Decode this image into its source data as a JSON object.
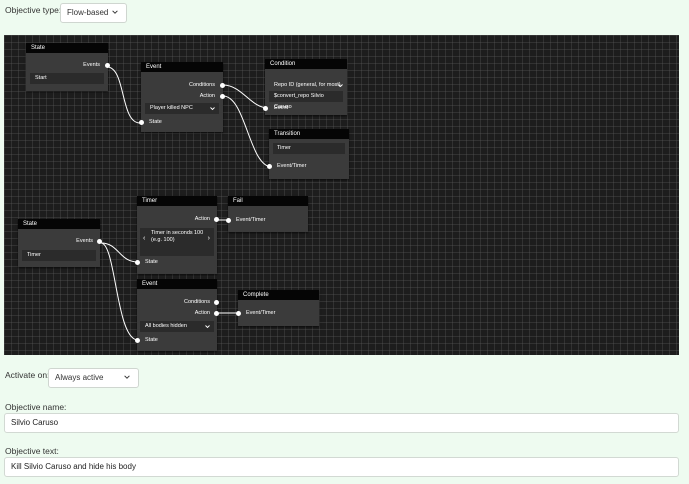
{
  "objective_type": {
    "label": "Objective type:",
    "value": "Flow-based"
  },
  "activate_on": {
    "label": "Activate on:",
    "value": "Always active"
  },
  "objective_name": {
    "label": "Objective name:",
    "value": "Silvio Caruso"
  },
  "objective_text": {
    "label": "Objective text:",
    "value": "Kill Silvio Caruso and hide his body"
  },
  "nodes": {
    "state1": {
      "title": "State",
      "events": "Events",
      "name": "Start"
    },
    "event1": {
      "title": "Event",
      "conditions": "Conditions",
      "action": "Action",
      "select": "Player killed NPC",
      "state": "State"
    },
    "condition": {
      "title": "Condition",
      "select": "Repo ID (general, for most)",
      "value": "$convert_repo Silvio Caruso",
      "event": "Event"
    },
    "transition": {
      "title": "Transition",
      "field": "Timer",
      "port": "Event/Timer"
    },
    "state2": {
      "title": "State",
      "events": "Events",
      "name": "Timer"
    },
    "timer": {
      "title": "Timer",
      "action": "Action",
      "label": "Timer in seconds (e.g. 100)",
      "value": "100",
      "state": "State"
    },
    "fail": {
      "title": "Fail",
      "port": "Event/Timer"
    },
    "event2": {
      "title": "Event",
      "conditions": "Conditions",
      "action": "Action",
      "select": "All bodies hidden",
      "state": "State"
    },
    "complete": {
      "title": "Complete",
      "port": "Event/Timer"
    }
  },
  "icons": {
    "dropdown": "chevron-down-icon",
    "prev": "chevron-left-icon",
    "next": "chevron-right-icon"
  },
  "colors": {
    "page_bg": "#eefbf0",
    "graph_bg": "#1d1d1d",
    "node_bg": "#3b3b3b",
    "node_header": "#050505",
    "wire": "#ffffff"
  }
}
